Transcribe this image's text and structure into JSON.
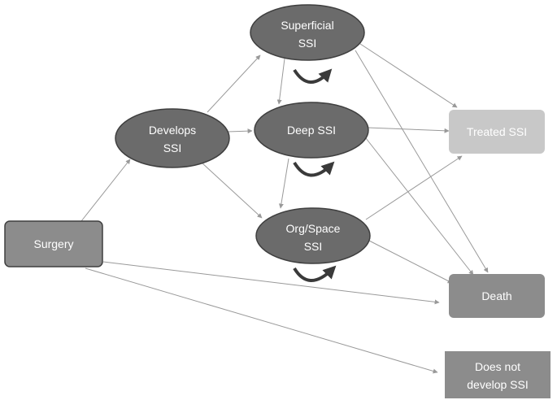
{
  "nodes": {
    "surgery": {
      "label": "Surgery"
    },
    "develops": {
      "line1": "Develops",
      "line2": "SSI"
    },
    "superficial": {
      "line1": "Superficial",
      "line2": "SSI"
    },
    "deep": {
      "label": "Deep SSI"
    },
    "orgspace": {
      "line1": "Org/Space",
      "line2": "SSI"
    },
    "treated": {
      "label": "Treated SSI"
    },
    "death": {
      "label": "Death"
    },
    "notdevelop": {
      "line1": "Does not",
      "line2": "develop SSI"
    }
  },
  "colors": {
    "dark_node": "#6b6b6b",
    "treated_node": "#c8c8c8",
    "box_node": "#8c8c8c",
    "edge": "#999999",
    "self_loop": "#3a3a3a",
    "node_stroke": "#3f3f3f"
  }
}
